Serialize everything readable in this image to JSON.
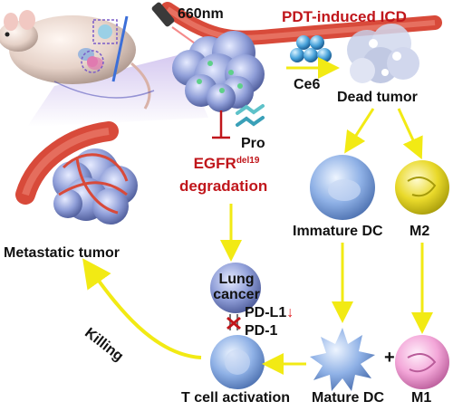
{
  "wavelength": "660nm",
  "pdt_title": "PDT-induced ICD",
  "photosensitizer": "Ce6",
  "dead_tumor": "Dead tumor",
  "pro": "Pro",
  "egfr_base": "EGFR",
  "egfr_superscript": "del19",
  "degradation": "degradation",
  "immature_dc": "Immature DC",
  "m2": "M2",
  "metastatic_tumor": "Metastatic tumor",
  "lung_cancer_line1": "Lung",
  "lung_cancer_line2": "cancer",
  "pd_l1": "PD-L1",
  "pd_l1_down": "↓",
  "pd_1": "PD-1",
  "killing": "Killing",
  "t_cell_activation": "T cell activation",
  "mature_dc": "Mature DC",
  "plus": "+",
  "m1": "M1",
  "colors": {
    "yellow_arrow": "#f2ea14",
    "red_text": "#c0161b",
    "inhibit_red": "#c0161b",
    "tumor_blue": "#7f8fcf",
    "m2_yellow": "#e8d61c",
    "m1_pink": "#f3a6d8",
    "vessel_red": "#d84a3a"
  }
}
